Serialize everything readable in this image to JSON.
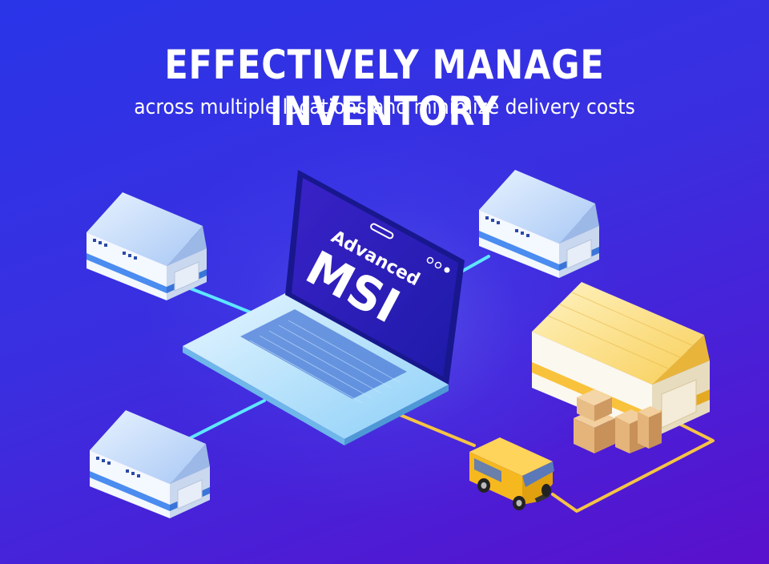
{
  "heading": {
    "title": "EFFECTIVELY MANAGE INVENTORY",
    "subtitle": "across multiple locations and minimize delivery costs"
  },
  "laptop": {
    "screen_line1": "Advanced",
    "screen_line2": "MSI"
  },
  "colors": {
    "background_start": "#2a35e8",
    "background_end": "#5a10cc",
    "connector_cyan": "#5fe6ff",
    "connector_yellow": "#f5c444",
    "warehouse_blue_stripe": "#4a8cf0",
    "warehouse_yellow_stripe": "#f9c23c"
  },
  "icons": [
    "laptop-icon",
    "warehouse-icon",
    "delivery-van-icon",
    "box-icon"
  ]
}
